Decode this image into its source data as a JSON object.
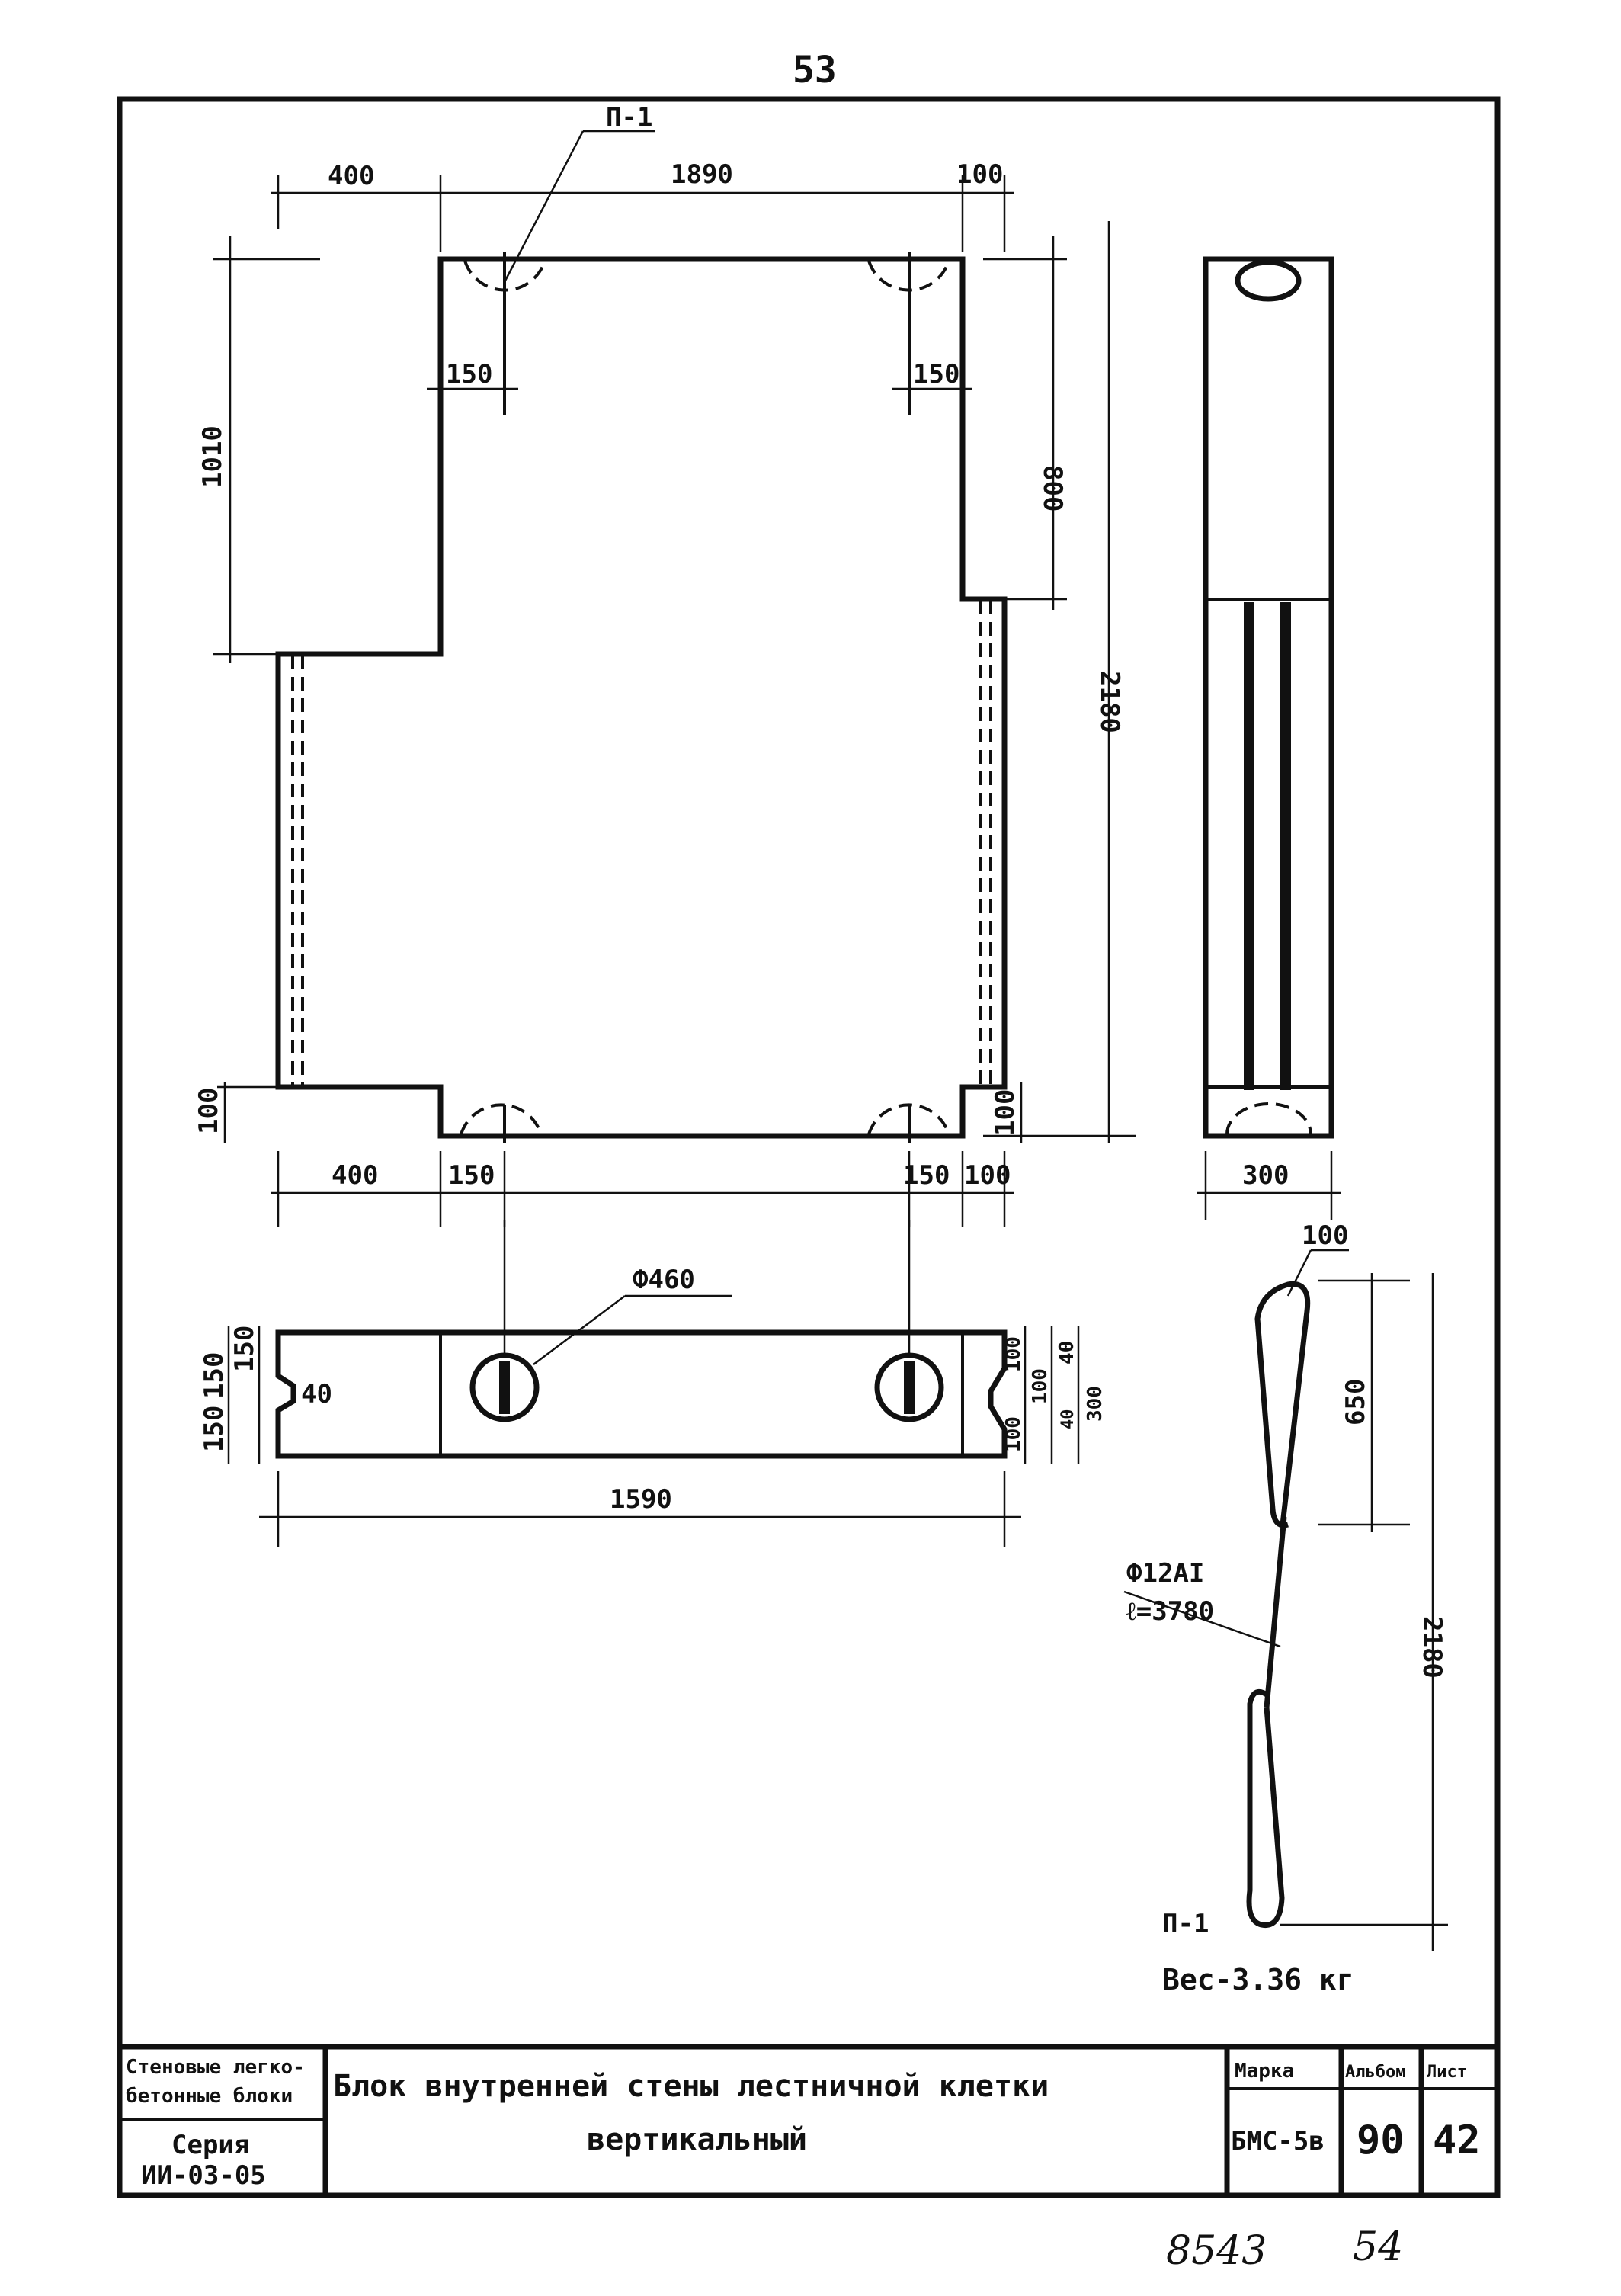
{
  "page_number_top": "53",
  "marks": {
    "p1_top": "П-1",
    "p1_bottom": "П-1",
    "weight": "Вес-3.36 кг",
    "rebar_diameter": "Ф12АI",
    "rebar_length": "ℓ=3780",
    "hole_diameter": "Ф460"
  },
  "dimensions": {
    "elevation": {
      "top_left": "400",
      "top_mid": "1890",
      "top_right": "100",
      "left_height": "1010",
      "right_upper": "800",
      "total_height": "2180",
      "insert_left": "150",
      "insert_right": "150",
      "bottom_step_left": "100",
      "bottom_step_right": "100",
      "bottom_left": "400",
      "bottom_ins_left": "150",
      "bottom_ins_right": "150",
      "bottom_right": "100"
    },
    "side": {
      "width": "300"
    },
    "plan": {
      "left_150_a": "150",
      "left_150_b": "150",
      "left_150_c": "150",
      "notch": "40",
      "right_100_a": "100",
      "right_100_b": "100",
      "right_100_c": "100",
      "right_40": "40",
      "right_300": "300",
      "right_40b": "40",
      "total_length": "1590"
    },
    "loop": {
      "top_radius": "100",
      "loop_length": "650",
      "total": "2180"
    }
  },
  "title_block": {
    "category_line1": "Стеновые легко-",
    "category_line2": "бетонные блоки",
    "series_label": "Серия",
    "series_code": "ИИ-03-05",
    "title_line1": "Блок внутренней стены лестничной клетки",
    "title_line2": "вертикальный",
    "header_mark": "Марка",
    "header_album": "Альбом",
    "header_sheet": "Лист",
    "mark_value": "БМС-5в",
    "album_value": "90",
    "sheet_value": "42"
  },
  "handwritten": {
    "left": "8543",
    "right": "54"
  }
}
